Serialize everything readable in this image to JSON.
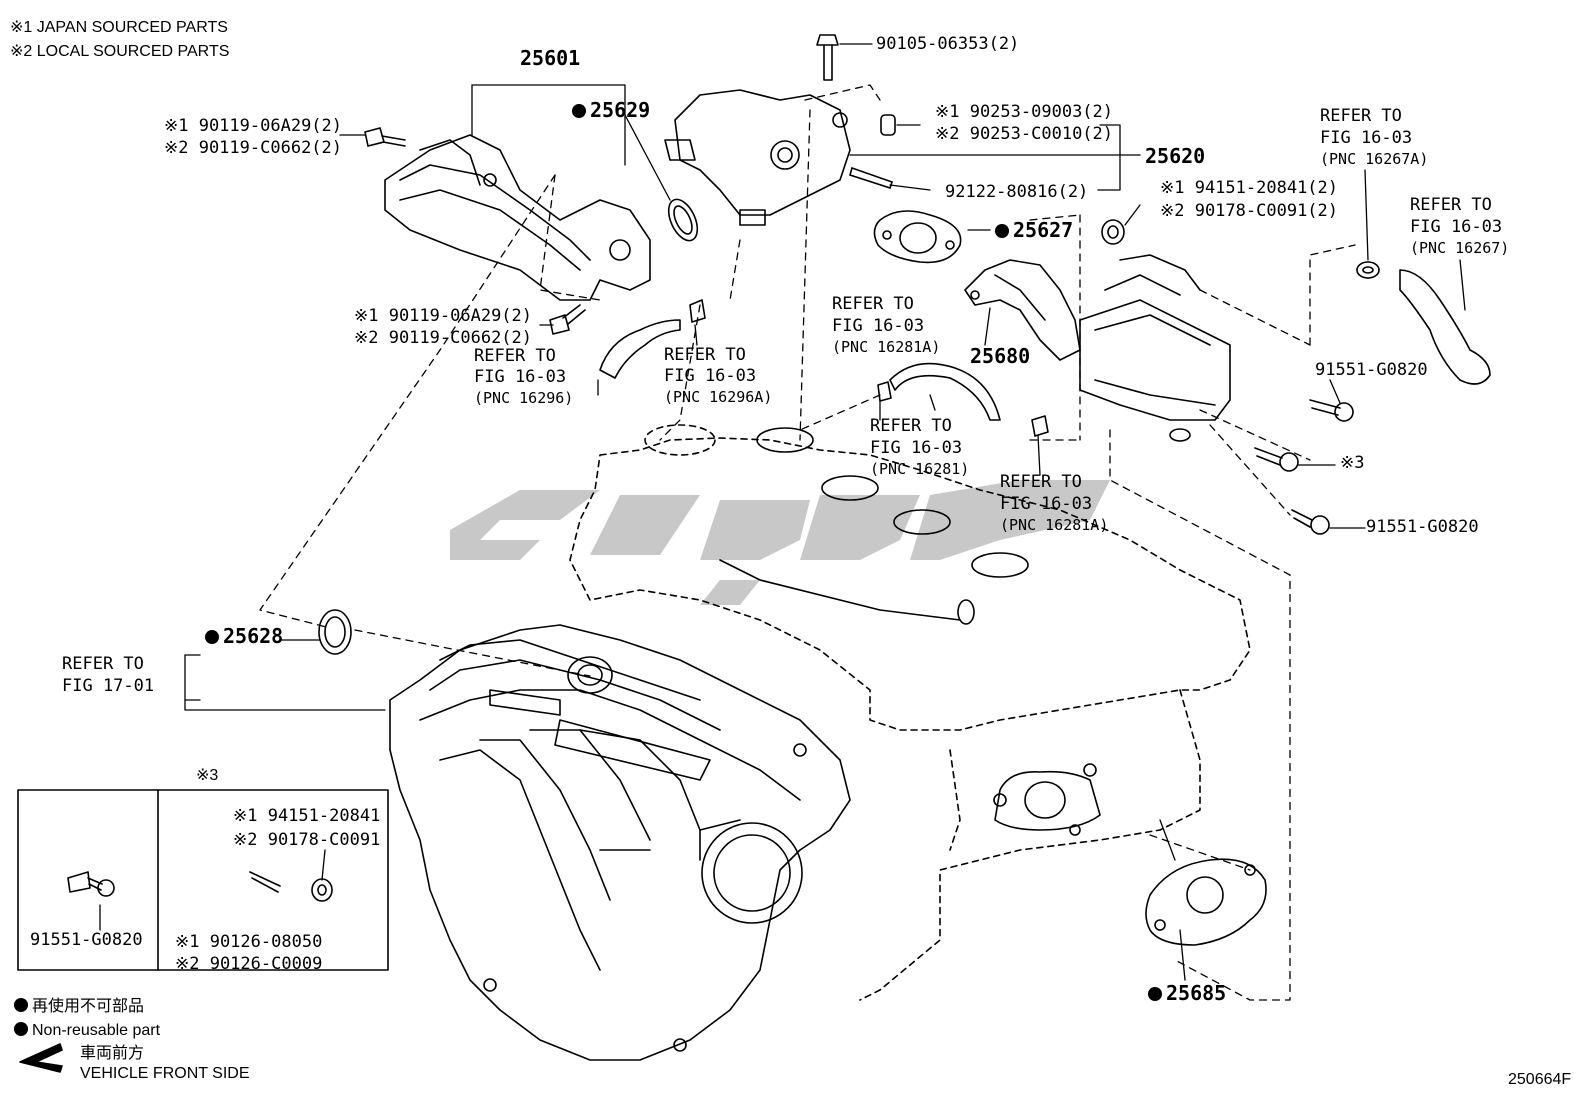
{
  "notes": {
    "japan": "※1 JAPAN SOURCED PARTS",
    "local": "※2 LOCAL SOURCED PARTS"
  },
  "parts": {
    "p25601": "25601",
    "p25629": "25629",
    "p25620": "25620",
    "p25627": "25627",
    "p25680": "25680",
    "p25628": "25628",
    "p25685": "25685",
    "bolt_top": "90105-06353(2)",
    "bolt_a1": "※1 90119-06A29(2)",
    "bolt_a2": "※2 90119-C0662(2)",
    "bolt_b1": "※1 90119-06A29(2)",
    "bolt_b2": "※2 90119-C0662(2)",
    "pin1": "※1 90253-09003(2)",
    "pin2": "※2 90253-C0010(2)",
    "stud": "92122-80816(2)",
    "nut1": "※1 94151-20841(2)",
    "nut2": "※2 90178-C0091(2)",
    "bolt_r1": "91551-G0820",
    "bolt_r2": "※3",
    "bolt_r3": "91551-G0820"
  },
  "refs": {
    "r16296": [
      "REFER TO",
      "FIG 16-03",
      "(PNC 16296)"
    ],
    "r16296A": [
      "REFER TO",
      "FIG 16-03",
      "(PNC 16296A)"
    ],
    "r16281A_top": [
      "REFER TO",
      "FIG 16-03",
      "(PNC 16281A)"
    ],
    "r16281": [
      "REFER TO",
      "FIG 16-03",
      "(PNC 16281)"
    ],
    "r16281A_bot": [
      "REFER TO",
      "FIG 16-03",
      "(PNC 16281A)"
    ],
    "r16267A": [
      "REFER TO",
      "FIG 16-03",
      "(PNC 16267A)"
    ],
    "r16267": [
      "REFER TO",
      "FIG 16-03",
      "(PNC 16267)"
    ],
    "r1701": [
      "REFER TO",
      "FIG 17-01"
    ]
  },
  "inset": {
    "title": "※3",
    "left_part": "91551-G0820",
    "right_nut1": "※1 94151-20841",
    "right_nut2": "※2 90178-C0091",
    "right_stud1": "※1 90126-08050",
    "right_stud2": "※2 90126-C0009"
  },
  "legend": {
    "jp": "再使用不可部品",
    "en": "Non-reusable part",
    "front_jp": "車両前方",
    "front_en": "VEHICLE FRONT SIDE"
  },
  "figure_id": "250664F"
}
